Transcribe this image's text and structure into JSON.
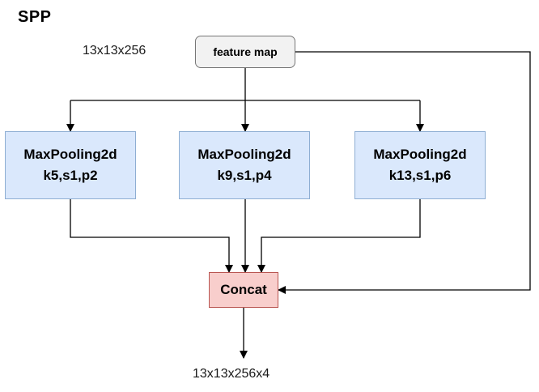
{
  "title": "SPP",
  "input_label": "13x13x256",
  "output_label": "13x13x256x4",
  "nodes": {
    "feature_map": "feature map",
    "pool1": {
      "name": "MaxPooling2d",
      "params": "k5,s1,p2"
    },
    "pool2": {
      "name": "MaxPooling2d",
      "params": "k9,s1,p4"
    },
    "pool3": {
      "name": "MaxPooling2d",
      "params": "k13,s1,p6"
    },
    "concat": "Concat"
  },
  "colors": {
    "pool_fill": "#dae8fc",
    "pool_border": "#8eaed3",
    "concat_fill": "#f8cecc",
    "concat_border": "#b85450",
    "feature_fill": "#f2f2f2",
    "edge": "#000000"
  }
}
